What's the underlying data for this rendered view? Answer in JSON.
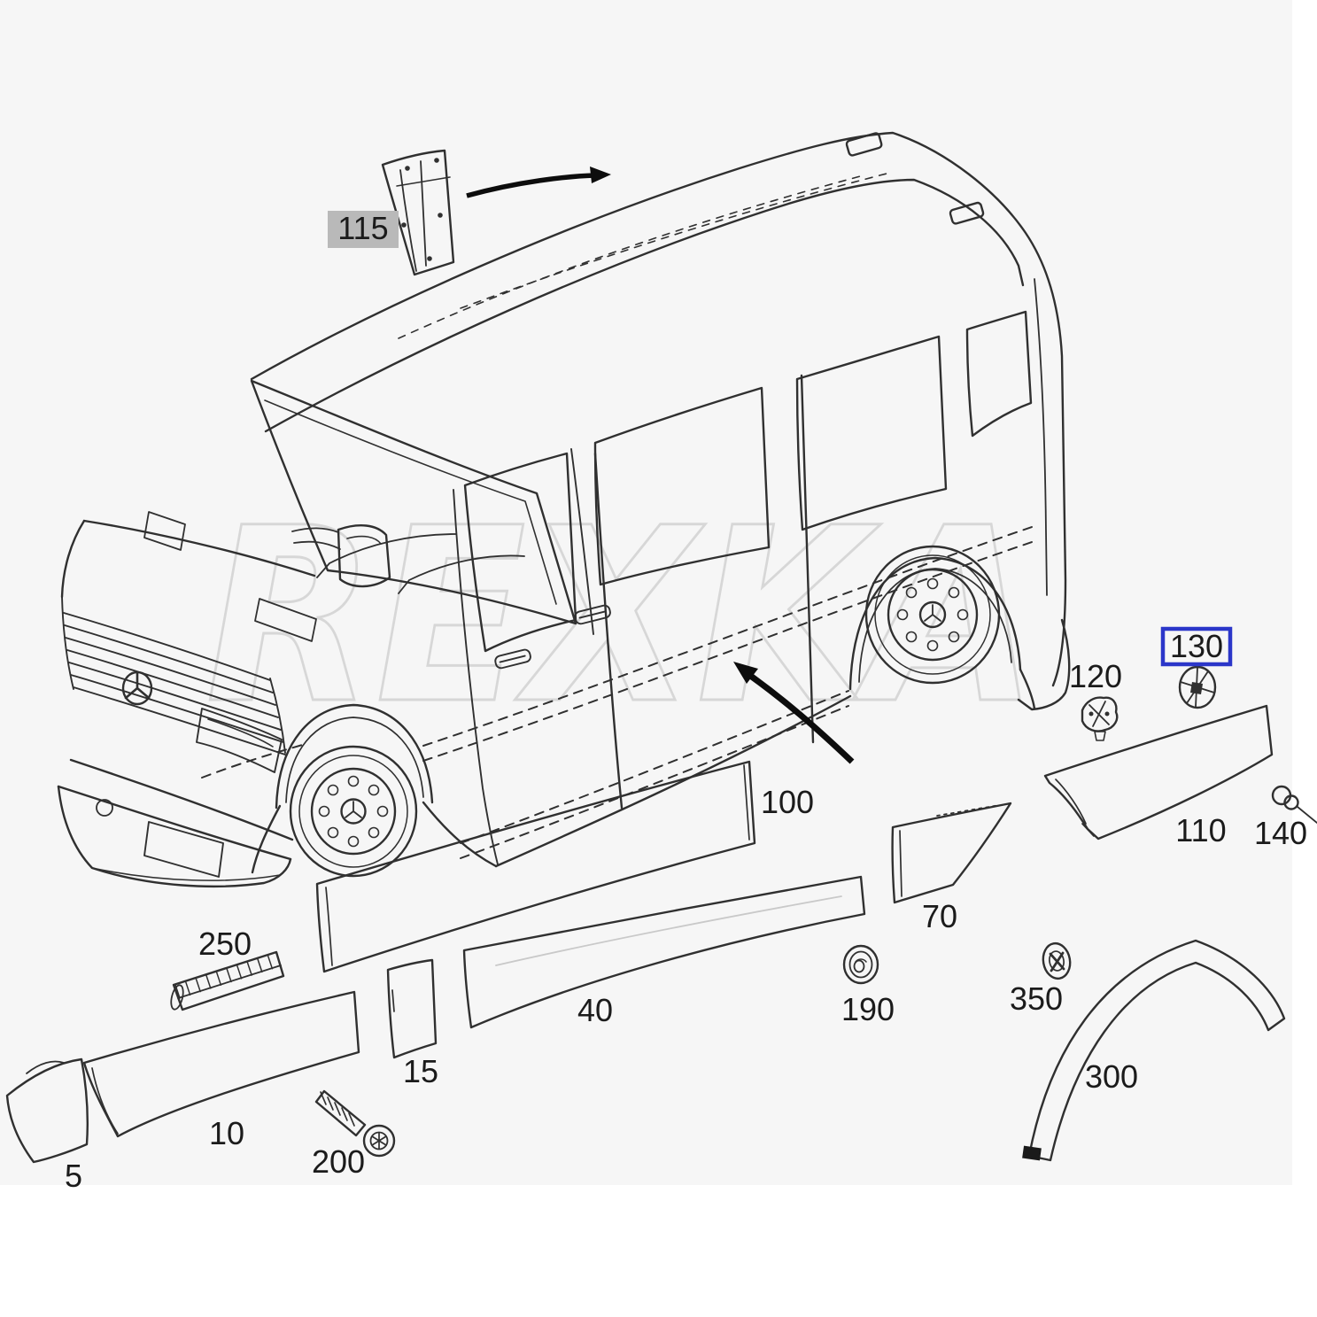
{
  "diagram": {
    "type": "vehicle-parts-exploded-diagram",
    "subject": "van side molding and trim parts",
    "watermark": "REXKA",
    "colors": {
      "background": "#f6f6f6",
      "line": "#303030",
      "label_text": "#1b1b1b",
      "highlight_gray_bg": "#b9b9b9",
      "highlight_gray_text": "#2f2f2f",
      "highlight_blue_border": "#2b36c9",
      "watermark": "#d7d7d7"
    },
    "labels": {
      "p5": "5",
      "p10": "10",
      "p15": "15",
      "p40": "40",
      "p70": "70",
      "p100": "100",
      "p110": "110",
      "p115": "115",
      "p120": "120",
      "p130": "130",
      "p140": "140",
      "p190": "190",
      "p200": "200",
      "p250": "250",
      "p300": "300",
      "p350": "350"
    }
  }
}
